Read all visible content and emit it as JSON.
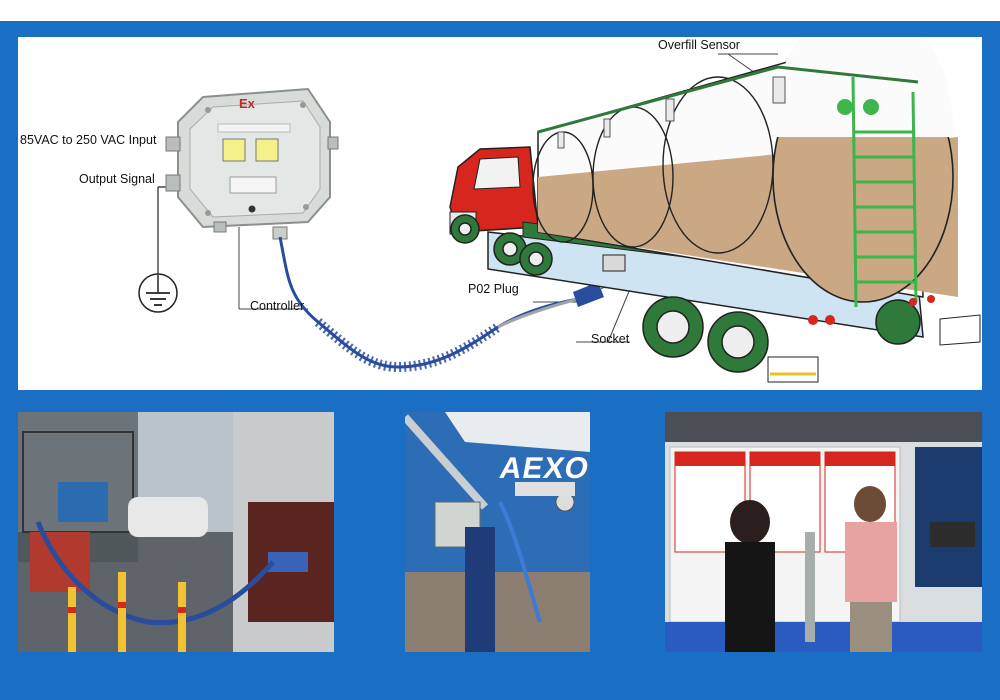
{
  "diagram": {
    "labels": {
      "overfill_sensor": "Overfill Sensor",
      "power_input": "85VAC to 250 VAC Input",
      "output_signal": "Output Signal",
      "controller": "Controller",
      "plug": "P02 Plug",
      "socket": "Socket"
    },
    "controller_marking": "Ex",
    "ground_symbol": "ground-icon"
  },
  "photos": [
    {
      "subject": "tanker-truck-loading-photo"
    },
    {
      "subject": "exhibition-equipment-photo",
      "brand_text": "AEXO"
    },
    {
      "subject": "trade-show-booth-photo"
    }
  ],
  "colors": {
    "frame_blue": "#1a6fc4",
    "tank_fill": "#c9a883",
    "chassis_green": "#2f7a3a",
    "ladder_green": "#3cb54a",
    "cab_red": "#d7261e",
    "cable_blue": "#2a4c9c",
    "controller_gray": "#d7dcd9"
  }
}
